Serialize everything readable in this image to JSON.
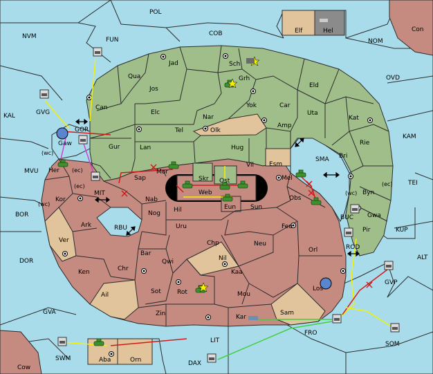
{
  "colors": {
    "sea": "#a9dceb",
    "green_power": "#9fbe8a",
    "red_power": "#c58a80",
    "neutral_land": "#e1c49c",
    "move_yellow": "#f4f000",
    "move_red": "#d11a1a",
    "move_green": "#40d040",
    "move_magenta": "#d040d0"
  },
  "sea_regions": [
    "POL",
    "NVM",
    "FUN",
    "COB",
    "NOM",
    "KAL",
    "GVG",
    "GOR",
    "OVD",
    "KAM",
    "MVU",
    "MIT",
    "SMA",
    "TEI",
    "BOR",
    "RBU",
    "BUC",
    "KUP",
    "DOR",
    "ROD",
    "ALT",
    "GVP",
    "GVA",
    "LIT",
    "FRO",
    "SOM",
    "SWM",
    "DAX"
  ],
  "land_regions": [
    "Elf",
    "Hel",
    "Con",
    "Cow",
    "Jad",
    "Sch",
    "Qua",
    "Grh",
    "Jos",
    "Eld",
    "Can",
    "Yok",
    "Car",
    "Elc",
    "Nar",
    "Uta",
    "Kat",
    "Tel",
    "Olk",
    "Amp",
    "Gur",
    "Lan",
    "Hug",
    "Rie",
    "Bri",
    "Gaw",
    "Skr",
    "Vil",
    "Esm",
    "Her",
    "Sap",
    "Mor",
    "Ost",
    "Mel",
    "Byn",
    "Kor",
    "Nab",
    "Web",
    "Obs",
    "Gwa",
    "Hil",
    "Eun",
    "Sun",
    "Ark",
    "Nog",
    "Pir",
    "Uru",
    "Feu",
    "Ver",
    "Chp",
    "Neu",
    "Orl",
    "Bar",
    "Qwi",
    "Nil",
    "Chr",
    "Ken",
    "Kaa",
    "Los",
    "Rot",
    "Ail",
    "Sot",
    "Mou",
    "Zin",
    "Kar",
    "Sam",
    "Aba",
    "Orn"
  ],
  "coast_markers": [
    "(wc)",
    "(ec)",
    "(ec)",
    "(wc)",
    "(wc)",
    "(ec)"
  ],
  "labels": {
    "POL": "POL",
    "NVM": "NVM",
    "FUN": "FUN",
    "COB": "COB",
    "NOM": "NOM",
    "KAL": "KAL",
    "GVG": "GVG",
    "GOR": "GOR",
    "OVD": "OVD",
    "KAM": "KAM",
    "MVU": "MVU",
    "MIT": "MIT",
    "SMA": "SMA",
    "TEI": "TEI",
    "BOR": "BOR",
    "RBU": "RBU",
    "BUC": "BUC",
    "KUP": "KUP",
    "DOR": "DOR",
    "ROD": "ROD",
    "ALT": "ALT",
    "GVP": "GVP",
    "GVA": "GVA",
    "LIT": "LIT",
    "FRO": "FRO",
    "SOM": "SOM",
    "SWM": "SWM",
    "DAX": "DAX",
    "Elf": "Elf",
    "Hel": "Hel",
    "Con": "Con",
    "Cow": "Cow",
    "Jad": "Jad",
    "Sch": "Sch",
    "Qua": "Qua",
    "Grh": "Grh",
    "Jos": "Jos",
    "Eld": "Eld",
    "Can": "Can",
    "Yok": "Yok",
    "Car": "Car",
    "Elc": "Elc",
    "Nar": "Nar",
    "Uta": "Uta",
    "Kat": "Kat",
    "Tel": "Tel",
    "Olk": "Olk",
    "Amp": "Amp",
    "Gur": "Gur",
    "Lan": "Lan",
    "Hug": "Hug",
    "Rie": "Rie",
    "Bri": "Bri",
    "Gaw": "Gaw",
    "Skr": "Skr",
    "Vil": "Vil",
    "Esm": "Esm",
    "Her": "Her",
    "Sap": "Sap",
    "Mor": "Mor",
    "Ost": "Ost",
    "Mel": "Mel",
    "Byn": "Byn",
    "Kor": "Kor",
    "Nab": "Nab",
    "Web": "Web",
    "Obs": "Obs",
    "Gwa": "Gwa",
    "Hil": "Hil",
    "Eun": "Eun",
    "Sun": "Sun",
    "Ark": "Ark",
    "Nog": "Nog",
    "Pir": "Pir",
    "Uru": "Uru",
    "Feu": "Feu",
    "Ver": "Ver",
    "Chp": "Chp",
    "Neu": "Neu",
    "Orl": "Orl",
    "Bar": "Bar",
    "Qwi": "Qwi",
    "Nil": "Nil",
    "Chr": "Chr",
    "Ken": "Ken",
    "Kaa": "Kaa",
    "Los": "Los",
    "Rot": "Rot",
    "Ail": "Ail",
    "Sot": "Sot",
    "Mou": "Mou",
    "Zin": "Zin",
    "Kar": "Kar",
    "Sam": "Sam",
    "Aba": "Aba",
    "Orn": "Orn",
    "wc": "(wc)",
    "ec": "(ec)"
  },
  "icons": {
    "army": "tank-icon",
    "fleet": "ship-icon",
    "supply_center": "supply-center-icon",
    "build": "star-icon",
    "retreat": "x-mark-icon",
    "convoy": "double-arrow-icon"
  }
}
